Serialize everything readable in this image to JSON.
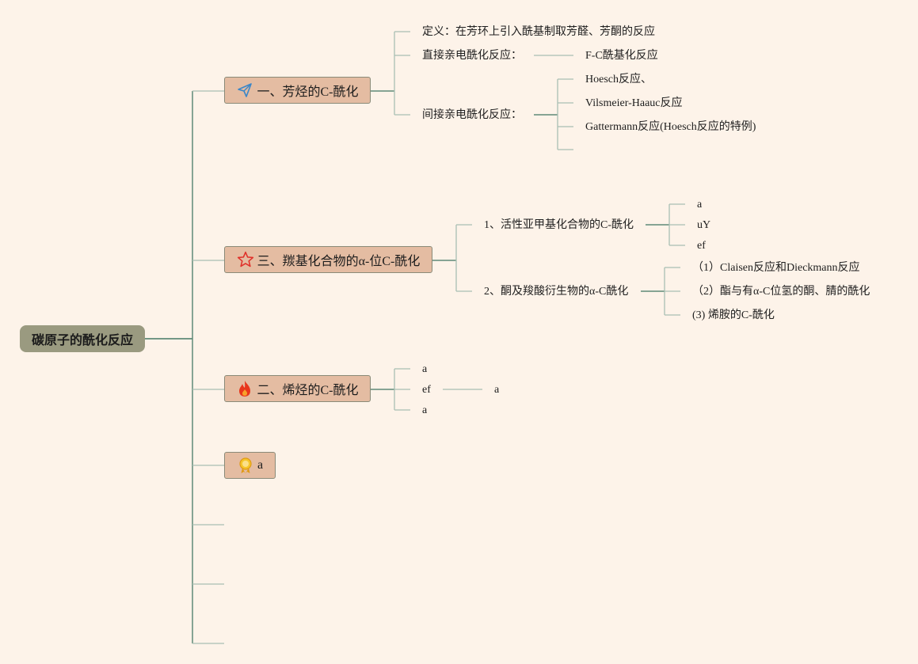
{
  "root": {
    "label": "碳原子的酰化反应"
  },
  "branch1": {
    "label": "一、芳烃的C-酰化",
    "icon": "paper-plane-icon",
    "definition": "定义：在芳环上引入酰基制取芳醛、芳酮的反应",
    "direct": "直接亲电酰化反应：",
    "direct_child": "F-C酰基化反应",
    "indirect": "间接亲电酰化反应：",
    "indirect_children": [
      "Hoesch反应、",
      "Vilsmeier-Haauc反应",
      "Gattermann反应(Hoesch反应的特例)"
    ]
  },
  "branch3": {
    "label": "三、羰基化合物的α-位C-酰化",
    "icon": "star-icon",
    "sub1": "1、活性亚甲基化合物的C-酰化",
    "sub1_children": [
      "a",
      "uY",
      "ef"
    ],
    "sub2": "2、酮及羧酸衍生物的α-C酰化",
    "sub2_children": [
      "（1）Claisen反应和Dieckmann反应",
      "（2）酯与有α-C位氢的酮、腈的酰化",
      "(3) 烯胺的C-酰化"
    ]
  },
  "branch2": {
    "label": "二、烯烃的C-酰化",
    "icon": "fire-icon",
    "children": [
      "a",
      "ef",
      "a"
    ],
    "ef_child": "a"
  },
  "branch4": {
    "label": "a",
    "icon": "award-badge-icon"
  },
  "colors": {
    "background": "#fdf3e9",
    "root_fill": "#9a9a80",
    "branch_fill": "#e4bca2",
    "line_main": "#5f8a78",
    "line_light": "#a9bfb3"
  }
}
